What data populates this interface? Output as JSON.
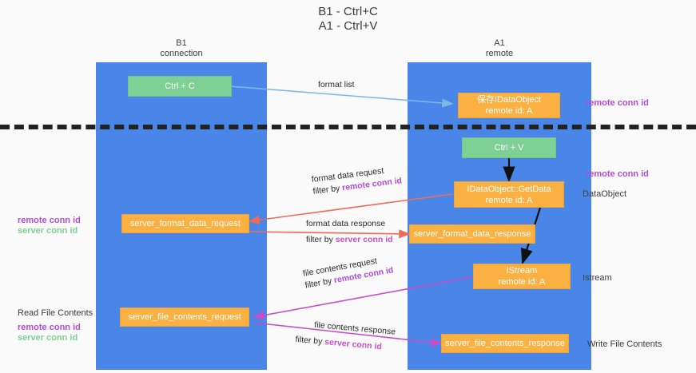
{
  "title": {
    "line1": "B1 - Ctrl+C",
    "line2": "A1 - Ctrl+V"
  },
  "columns": [
    {
      "name": "B1",
      "sub": "connection"
    },
    {
      "name": "A1",
      "sub": "remote"
    }
  ],
  "nodes": {
    "ctrl_c": {
      "label": "Ctrl + C"
    },
    "ctrl_v": {
      "label": "Ctrl + V"
    },
    "idataobject": {
      "line1": "保存IDataObject",
      "line2": "remote id: A"
    },
    "getdata": {
      "line1": "IDataObject::GetData",
      "line2": "remote id: A"
    },
    "istream": {
      "line1": "IStream",
      "line2": "remote id: A"
    },
    "server_format_data_request": {
      "label": "server_format_data_request"
    },
    "server_format_data_response": {
      "label": "server_format_data_response"
    },
    "server_file_contents_request": {
      "label": "server_file_contents_request"
    },
    "server_file_contents_response": {
      "label": "server_file_contents_response"
    }
  },
  "edges": {
    "format_list": {
      "label": "format list"
    },
    "format_data_request": {
      "line1": "format data request",
      "filter_prefix": "filter by ",
      "filter_key": "remote conn id"
    },
    "format_data_response": {
      "line1": "format data response",
      "filter_prefix": "filter by ",
      "filter_key": "server conn id"
    },
    "file_contents_request": {
      "line1": "file contents request",
      "filter_prefix": "filter by ",
      "filter_key": "remote conn id"
    },
    "file_contents_response": {
      "line1": "file contents response",
      "filter_prefix": "filter by ",
      "filter_key": "server conn id"
    }
  },
  "annotations": {
    "right_remote_conn_id_1": "remote conn id",
    "right_remote_conn_id_2": "remote conn id",
    "right_dataobject": "DataObject",
    "right_istream": "Istream",
    "right_write_file_contents": "Write File Contents",
    "left_remote_conn_id_mid": "remote conn id",
    "left_server_conn_id_mid": "server conn id",
    "left_read_file_contents": "Read File Contents",
    "left_remote_conn_id_bottom": "remote conn id",
    "left_server_conn_id_bottom": "server conn id"
  },
  "colors": {
    "lane": "#4a86e8",
    "green_node": "#7ed094",
    "orange_node": "#fbb042",
    "purple": "#b24bd8",
    "green_text": "#7ed094",
    "wire_blue": "#7fb6e8",
    "wire_red": "#ef6a5a",
    "wire_magenta": "#c84ec8",
    "wire_black": "#111111",
    "background": "#fafafa"
  }
}
